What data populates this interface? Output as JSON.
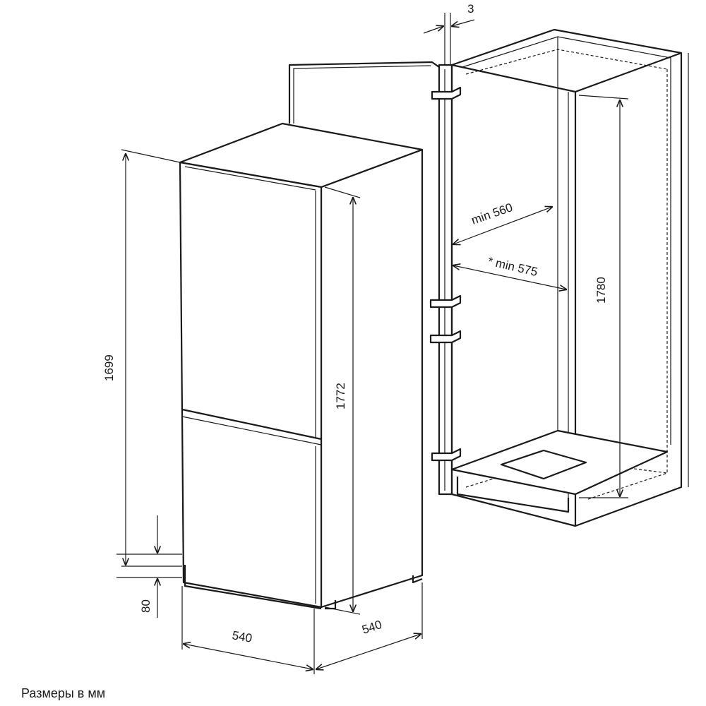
{
  "dimensions": {
    "gap": "3",
    "min_depth": "min 560",
    "min_depth_alt": "* min 575",
    "niche_height": "1780",
    "fridge_height_body": "1699",
    "fridge_height_total": "1772",
    "plinth": "80",
    "width": "540",
    "depth": "540"
  },
  "caption": "Размеры в мм"
}
